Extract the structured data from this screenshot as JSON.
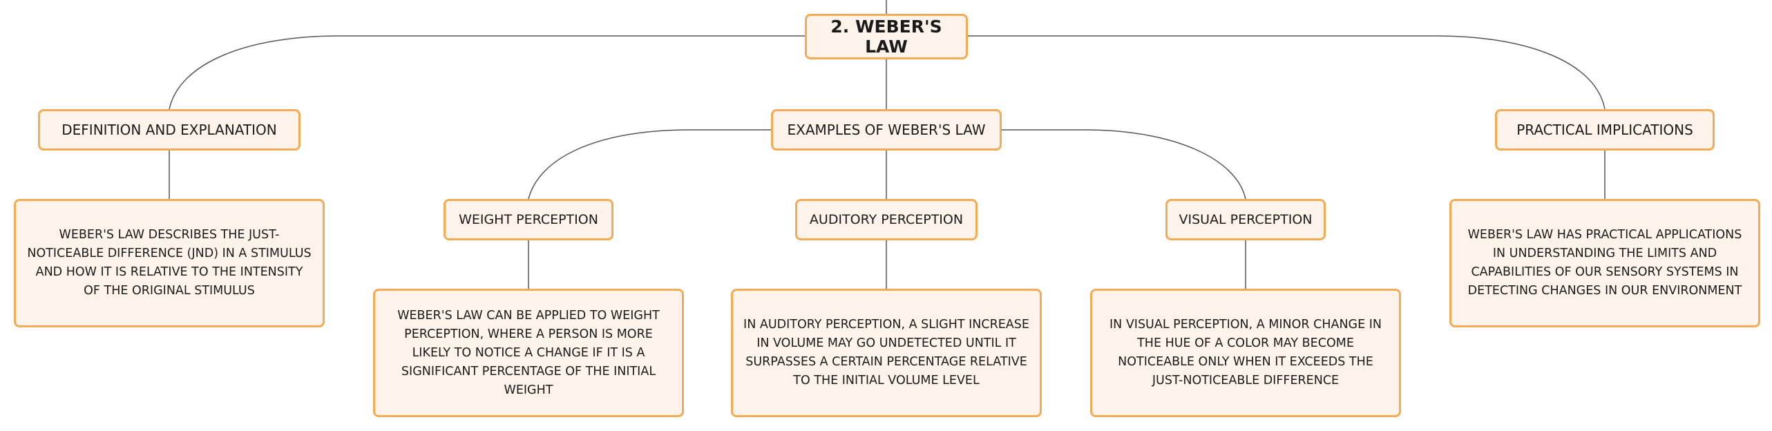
{
  "root": {
    "label": "2. WEBER'S LAW"
  },
  "topics": {
    "definition": {
      "label": "DEFINITION AND EXPLANATION",
      "detail": "WEBER'S LAW DESCRIBES THE JUST-NOTICEABLE DIFFERENCE (JND) IN A STIMULUS AND HOW IT IS RELATIVE TO THE INTENSITY OF THE ORIGINAL STIMULUS"
    },
    "examples": {
      "label": "EXAMPLES OF WEBER'S LAW",
      "children": {
        "weight": {
          "label": "WEIGHT PERCEPTION",
          "detail": "WEBER'S LAW CAN BE APPLIED TO WEIGHT PERCEPTION, WHERE A PERSON IS MORE LIKELY TO NOTICE A CHANGE IF IT IS A SIGNIFICANT PERCENTAGE OF THE INITIAL WEIGHT"
        },
        "auditory": {
          "label": "AUDITORY PERCEPTION",
          "detail": "IN AUDITORY PERCEPTION, A SLIGHT INCREASE IN VOLUME MAY GO UNDETECTED UNTIL IT SURPASSES A CERTAIN PERCENTAGE RELATIVE TO THE INITIAL VOLUME LEVEL"
        },
        "visual": {
          "label": "VISUAL PERCEPTION",
          "detail": "IN VISUAL PERCEPTION, A MINOR CHANGE IN THE HUE OF A COLOR MAY BECOME NOTICEABLE ONLY WHEN IT EXCEEDS THE JUST-NOTICEABLE DIFFERENCE"
        }
      }
    },
    "implications": {
      "label": "PRACTICAL IMPLICATIONS",
      "detail": "WEBER'S LAW HAS PRACTICAL APPLICATIONS IN UNDERSTANDING THE LIMITS AND CAPABILITIES OF OUR SENSORY SYSTEMS IN DETECTING CHANGES IN OUR ENVIRONMENT"
    }
  },
  "colors": {
    "node_fill": "#fdf3ea",
    "node_border": "#f3ac55",
    "connector": "#555555",
    "text": "#1a1a1a"
  }
}
